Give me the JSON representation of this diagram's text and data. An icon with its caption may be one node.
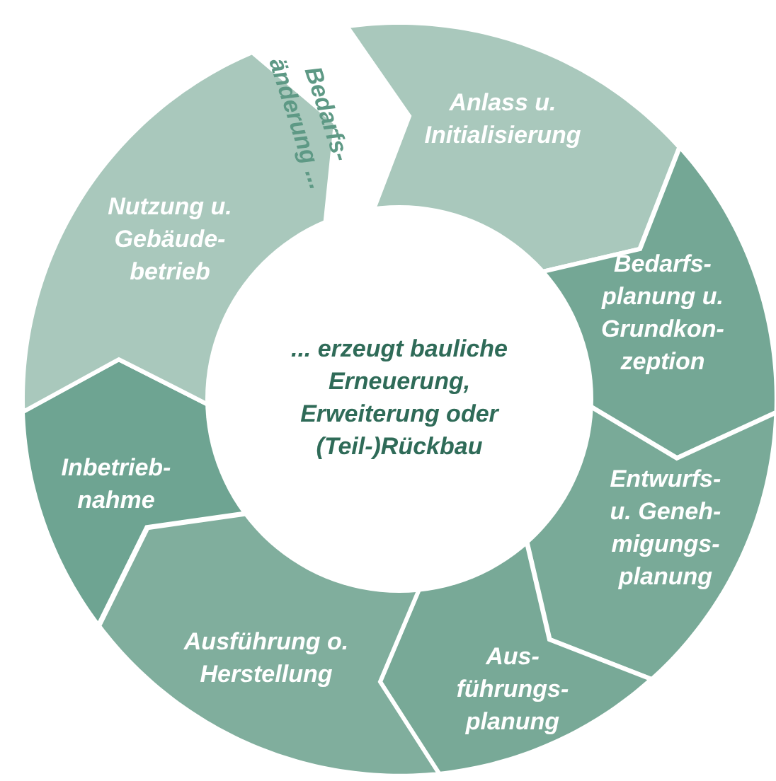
{
  "diagram": {
    "nodes": [
      {
        "text": [
          "Anlass u. Initialisierung"
        ]
      },
      {
        "text": [
          "Bedarfs- planung u. Grundkon- zeption"
        ]
      },
      {
        "text": [
          "Entwurfs- u. Geneh- migungs- planung"
        ]
      },
      {
        "text": [
          "Aus- führungs- planung"
        ]
      },
      {
        "text": [
          "Ausführung o. Herstellung"
        ]
      },
      {
        "text": [
          "Inbetrieb- nahme"
        ]
      },
      {
        "text": [
          "Nutzung u. Gebäude- betrieb"
        ]
      },
      {
        "text": [
          "... erzeugt bauliche Erneuerung, Erweiterung oder (Teil-)Rückbau"
        ]
      }
    ],
    "edges": [],
    "labels": [
      "Bedarfs- änderung ..."
    ]
  }
}
